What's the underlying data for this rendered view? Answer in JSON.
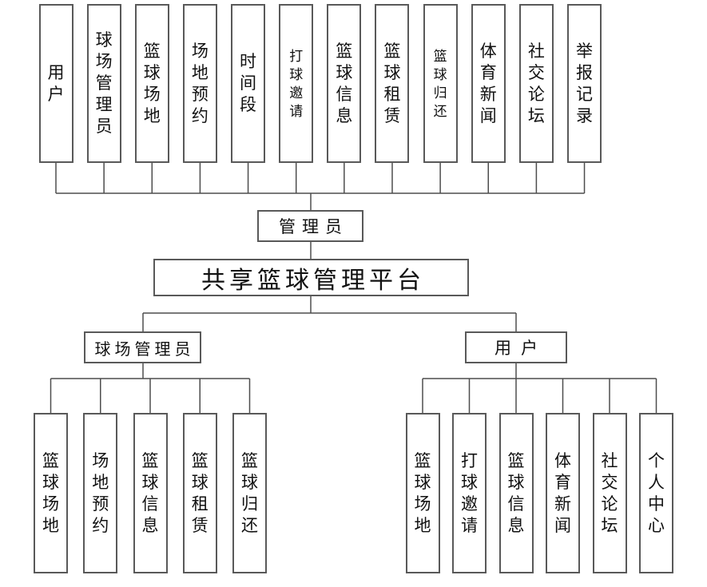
{
  "diagram": {
    "platform_title": "共享篮球管理平台",
    "admin_label": "管理员",
    "top_modules": [
      "用户",
      "球场管理员",
      "篮球场地",
      "场地预约",
      "时间段",
      "打球邀请",
      "篮球信息",
      "篮球租赁",
      "篮球归还",
      "体育新闻",
      "社交论坛",
      "举报记录"
    ],
    "branches": [
      {
        "label": "球场管理员",
        "children": [
          "篮球场地",
          "场地预约",
          "篮球信息",
          "篮球租赁",
          "篮球归还"
        ]
      },
      {
        "label": "用户",
        "children": [
          "篮球场地",
          "打球邀请",
          "篮球信息",
          "体育新闻",
          "社交论坛",
          "个人中心"
        ]
      }
    ],
    "colors": {
      "background": "#ffffff",
      "box_border": "#595959",
      "connector_line": "#4d4d4d",
      "text": "#111111"
    }
  }
}
